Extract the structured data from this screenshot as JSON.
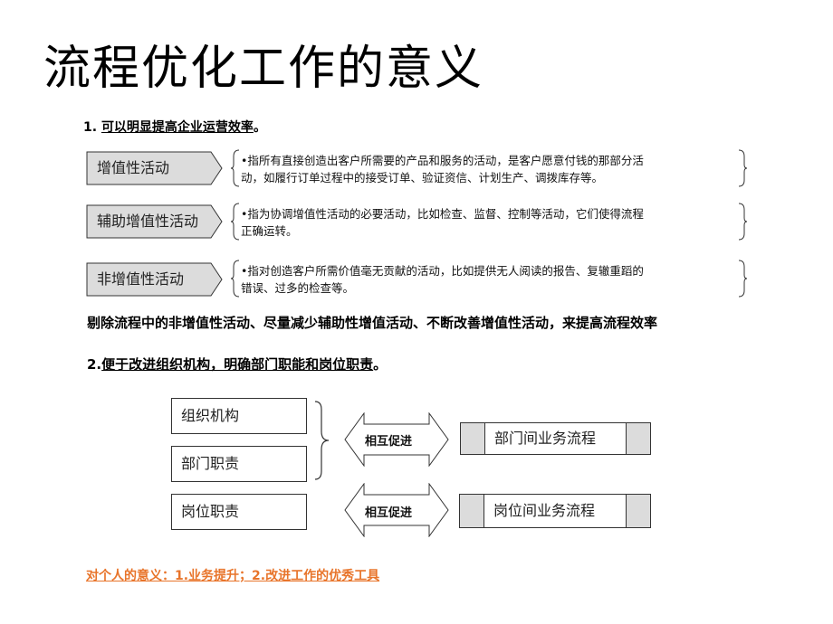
{
  "title": "流程优化工作的意义",
  "section1": {
    "number": "1. ",
    "text": "可以明显提高企业运营效率",
    "suffix": "。"
  },
  "activities": [
    {
      "label": "增值性活动",
      "desc_line1": "•指所有直接创造出客户所需要的产品和服务的活动，是客户愿意付钱的那部分活",
      "desc_line2": "动，如履行订单过程中的接受订单、验证资信、计划生产、调拨库存等。"
    },
    {
      "label": "辅助增值性活动",
      "desc_line1": "•指为协调增值性活动的必要活动，比如检查、监督、控制等活动，它们使得流程",
      "desc_line2": "正确运转。"
    },
    {
      "label": "非增值性活动",
      "desc_line1": "•指对创造客户所需价值毫无贡献的活动，比如提供无人阅读的报告、复辙重蹈的",
      "desc_line2": "错误、过多的检查等。"
    }
  ],
  "summary": "剔除流程中的非增值性活动、尽量减少辅助性增值活动、不断改善增值性活动，来提高流程效率",
  "section2": {
    "number": "2.",
    "text": "便于改进组织机构，明确部门职能和岗位职责",
    "suffix": "。"
  },
  "diagram": {
    "left_boxes": [
      "组织机构",
      "部门职责",
      "岗位职责"
    ],
    "arrows": [
      "相互促进",
      "相互促进"
    ],
    "right_flows": [
      "部门间业务流程",
      "岗位间业务流程"
    ]
  },
  "personal_note": "对个人的意义：1.业务提升；2.改进工作的优秀工具",
  "colors": {
    "accent_orange": "#e8742a",
    "shape_fill": "#dcdcdc"
  }
}
